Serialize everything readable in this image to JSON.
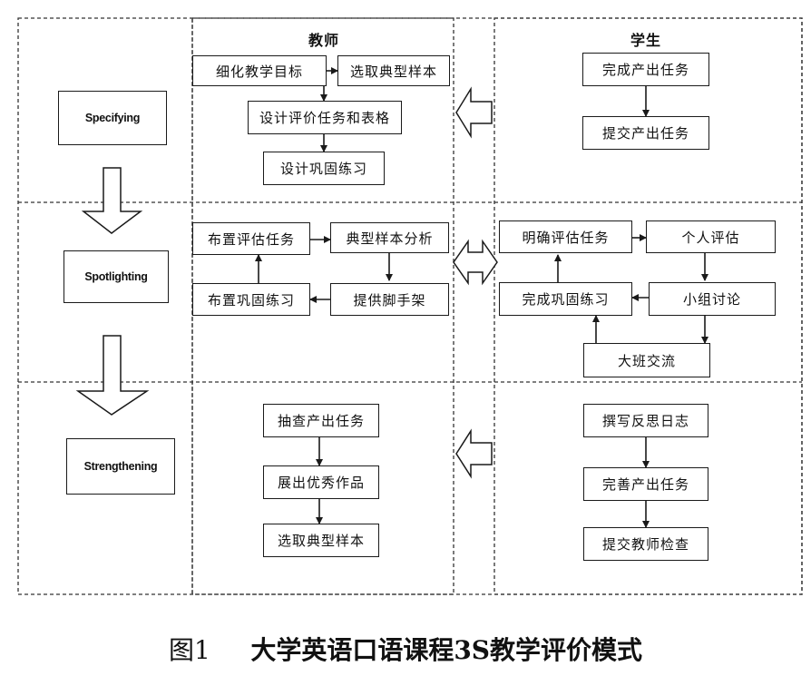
{
  "columns": {
    "teacher": "教师",
    "student": "学生"
  },
  "stages": [
    "Specifying",
    "Spotlighting",
    "Strengthening"
  ],
  "teacher": {
    "specifying": [
      "细化教学目标",
      "选取典型样本",
      "设计评价任务和表格",
      "设计巩固练习"
    ],
    "spotlighting": [
      "布置评估任务",
      "典型样本分析",
      "提供脚手架",
      "布置巩固练习"
    ],
    "strengthening": [
      "抽查产出任务",
      "展出优秀作品",
      "选取典型样本"
    ]
  },
  "student": {
    "specifying": [
      "完成产出任务",
      "提交产出任务"
    ],
    "spotlighting": [
      "明确评估任务",
      "个人评估",
      "小组讨论",
      "完成巩固练习",
      "大班交流"
    ],
    "strengthening": [
      "撰写反思日志",
      "完善产出任务",
      "提交教师检查"
    ]
  },
  "caption": {
    "label": "图1",
    "text": "大学英语口语课程3S教学评价模式"
  }
}
